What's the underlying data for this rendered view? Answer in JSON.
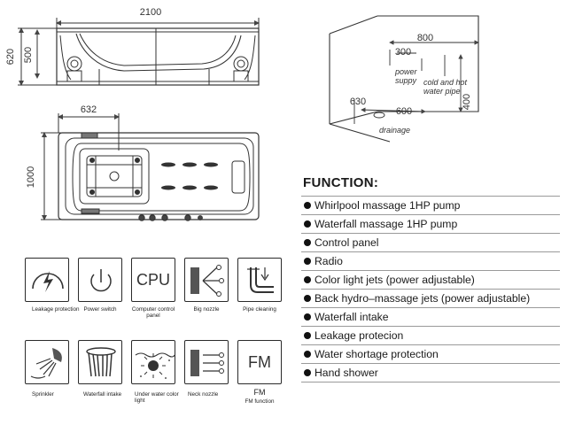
{
  "dimensions": {
    "length": "2100",
    "height_total": "620",
    "height_inner": "500",
    "width": "1000",
    "offset": "632"
  },
  "installation": {
    "d800": "800",
    "d300": "300",
    "d600": "600",
    "d630": "630",
    "d400": "400",
    "power_supply": "power supply",
    "water_pipe": "cold and hot water pipe",
    "drainage": "drainage"
  },
  "function": {
    "title": "FUNCTION:",
    "items": [
      "Whirlpool massage 1HP pump",
      "Waterfall massage 1HP pump",
      "Control panel",
      "Radio",
      "Color light jets (power adjustable)",
      "Back hydro–massage jets (power adjustable)",
      "Waterfall intake",
      "Leakage protecion",
      "Water shortage protection",
      "Hand shower"
    ]
  },
  "icons": [
    {
      "name": "leakage-protection-icon",
      "label": "Leakage protection"
    },
    {
      "name": "power-switch-icon",
      "label": "Power switch"
    },
    {
      "name": "cpu-icon",
      "label": "Computer control panel",
      "text": "CPU"
    },
    {
      "name": "big-nozzle-icon",
      "label": "Big nozzle"
    },
    {
      "name": "pipe-cleaning-icon",
      "label": "Pipe cleaning"
    },
    {
      "name": "sprinkler-icon",
      "label": "Sprinkler"
    },
    {
      "name": "waterfall-intake-icon",
      "label": "Waterfall intake"
    },
    {
      "name": "underwater-light-icon",
      "label": "Under water color light"
    },
    {
      "name": "neck-nozzle-icon",
      "label": "Neck nozzle"
    },
    {
      "name": "fm-icon",
      "label": "FM function",
      "text": "FM",
      "caption": "FM"
    }
  ]
}
